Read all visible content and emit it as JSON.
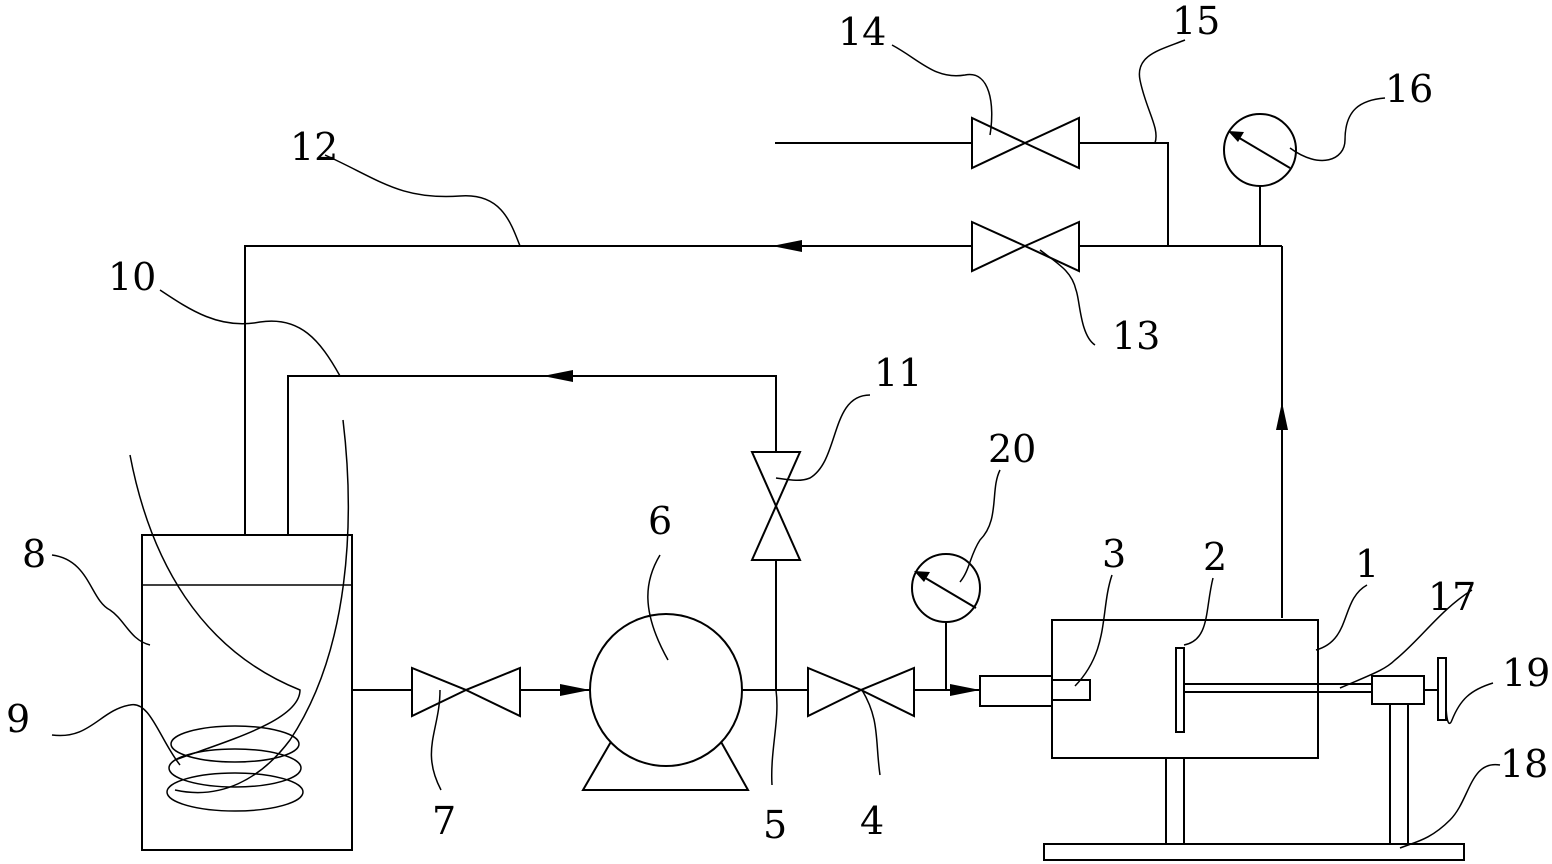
{
  "labels": {
    "n1": "1",
    "n2": "2",
    "n3": "3",
    "n4": "4",
    "n5": "5",
    "n6": "6",
    "n7": "7",
    "n8": "8",
    "n9": "9",
    "n10": "10",
    "n11": "11",
    "n12": "12",
    "n13": "13",
    "n14": "14",
    "n15": "15",
    "n16": "16",
    "n17": "17",
    "n18": "18",
    "n19": "19",
    "n20": "20"
  }
}
